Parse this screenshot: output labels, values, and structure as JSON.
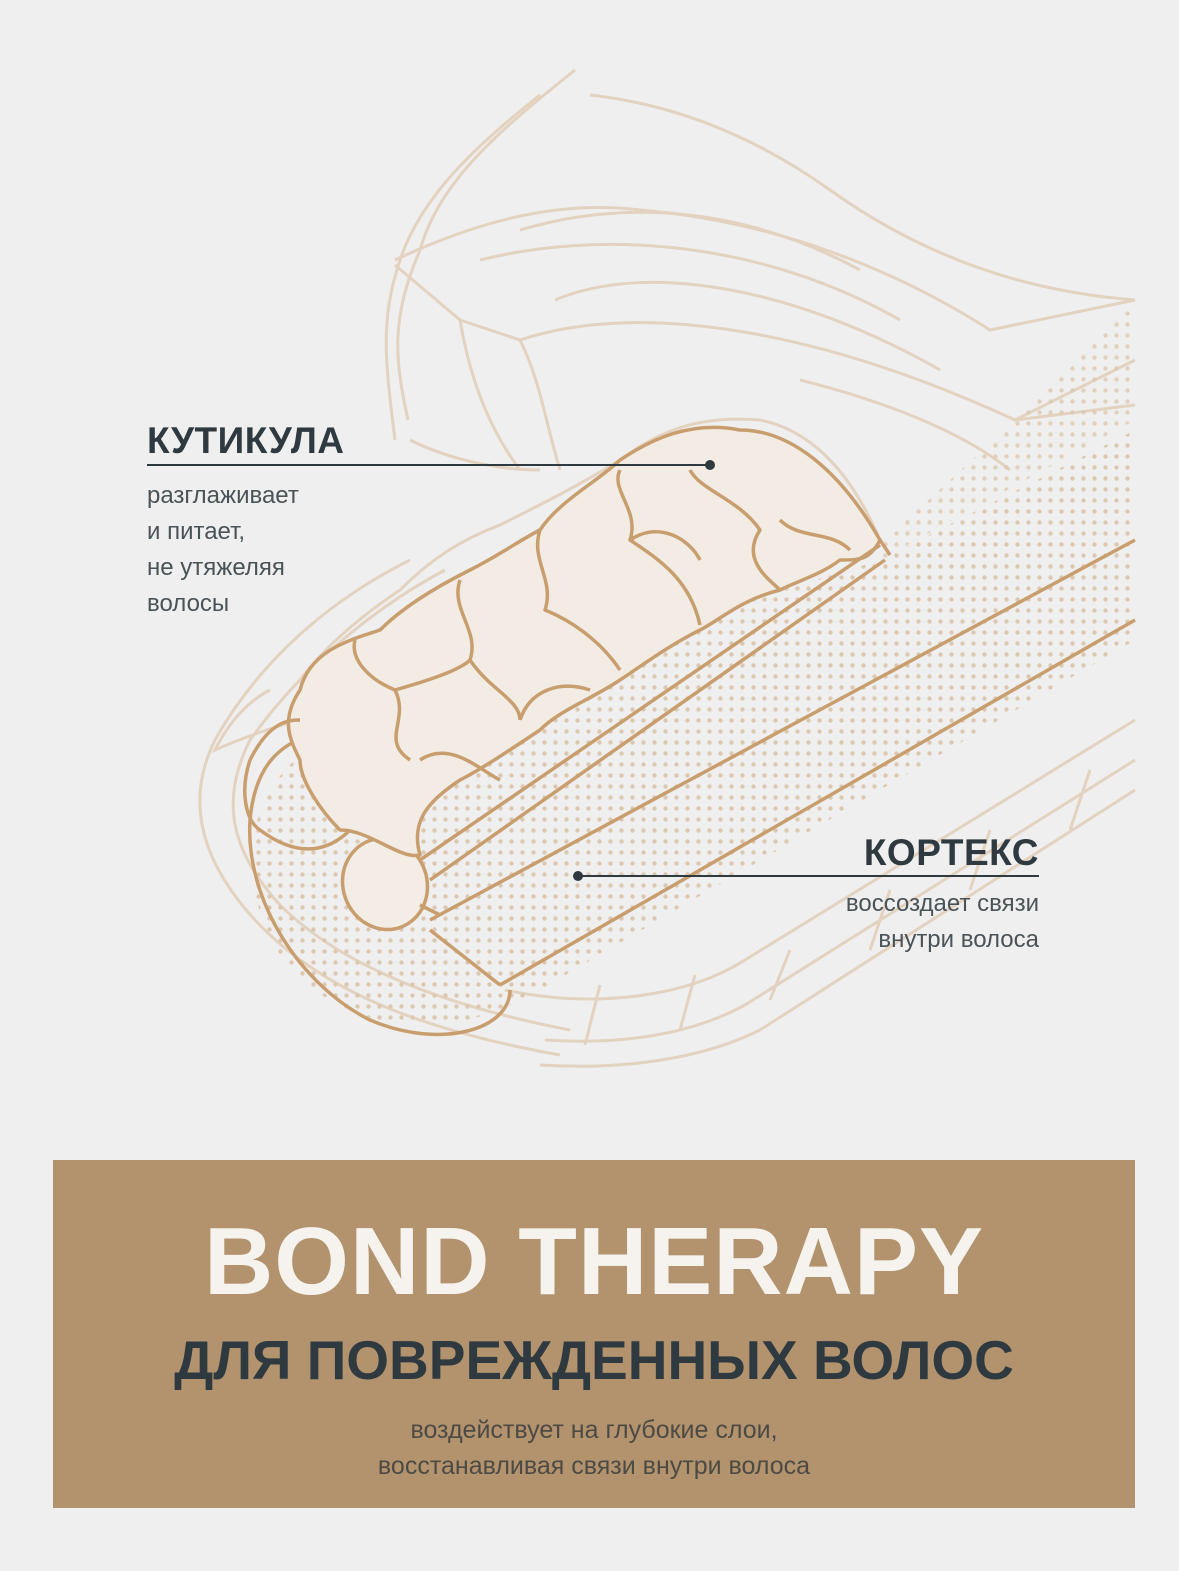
{
  "palette": {
    "background": "#efefef",
    "line_light": "#e3d2bf",
    "line_dark": "#c99e6e",
    "dot": "#dcc8b0",
    "banner": "#b2936e",
    "text_dark": "#2f3a40",
    "text_light": "#f6f3ee"
  },
  "labels": {
    "cuticle": {
      "title": "КУТИКУЛА",
      "desc_lines": [
        "разглаживает",
        "и питает,",
        "не утяжеляя",
        "волосы"
      ]
    },
    "cortex": {
      "title": "КОРТЕКС",
      "desc_lines": [
        "воссоздает связи",
        "внутри волоса"
      ]
    }
  },
  "banner": {
    "title": "BOND THERAPY",
    "subtitle": "ДЛЯ ПОВРЕЖДЕННЫХ ВОЛОС",
    "desc_lines": [
      "воздействует на глубокие слои,",
      "восстанавливая связи внутри волоса"
    ]
  }
}
